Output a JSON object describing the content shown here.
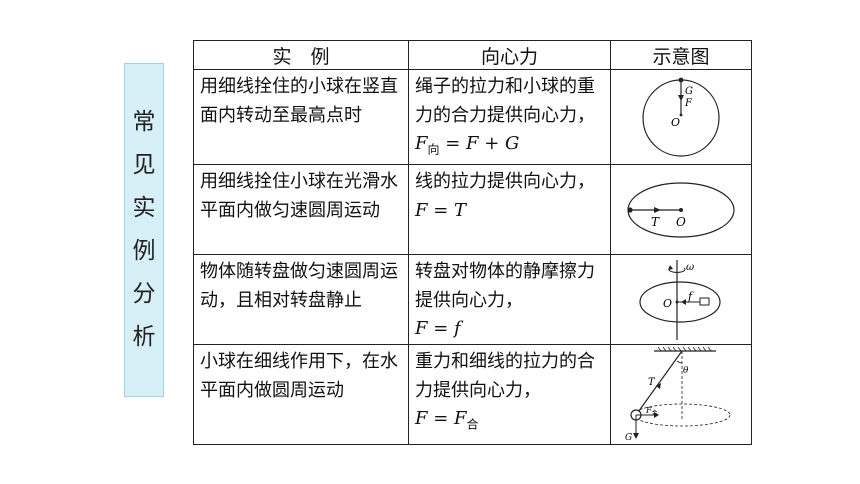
{
  "side_label": [
    "常",
    "见",
    "实",
    "例",
    "分",
    "析"
  ],
  "headers": {
    "example": "实　例",
    "force": "向心力",
    "diagram": "示意图"
  },
  "rows": [
    {
      "example": "用细线拴住的小球在竖直面内转动至最高点时",
      "force_text": "绳子的拉力和小球的重力的合力提供向心力，",
      "formula": {
        "lhs": "F",
        "sub": "向",
        "rhs": " = F + G"
      },
      "labels": {
        "g": "G",
        "f": "F",
        "o": "O"
      }
    },
    {
      "example": "用细线拴住小球在光滑水平面内做匀速圆周运动",
      "force_text": "线的拉力提供向心力，",
      "formula": {
        "lhs": "F",
        "rhs": " = T"
      },
      "labels": {
        "t": "T",
        "o": "O"
      }
    },
    {
      "example": "物体随转盘做匀速圆周运动，且相对转盘静止",
      "force_text": "转盘对物体的静摩擦力提供向心力，",
      "formula": {
        "lhs": "F",
        "rhs": " = f"
      },
      "labels": {
        "omega": "ω",
        "o": "O",
        "f": "f"
      }
    },
    {
      "example": "小球在细线作用下，在水平面内做圆周运动",
      "force_text": "重力和细线的拉力的合力提供向心力，",
      "formula": {
        "lhs": "F",
        "rhs": " = F",
        "sub": "合"
      },
      "labels": {
        "t": "T",
        "theta": "θ",
        "f": "F",
        "fsub": "合",
        "g": "G"
      }
    }
  ]
}
